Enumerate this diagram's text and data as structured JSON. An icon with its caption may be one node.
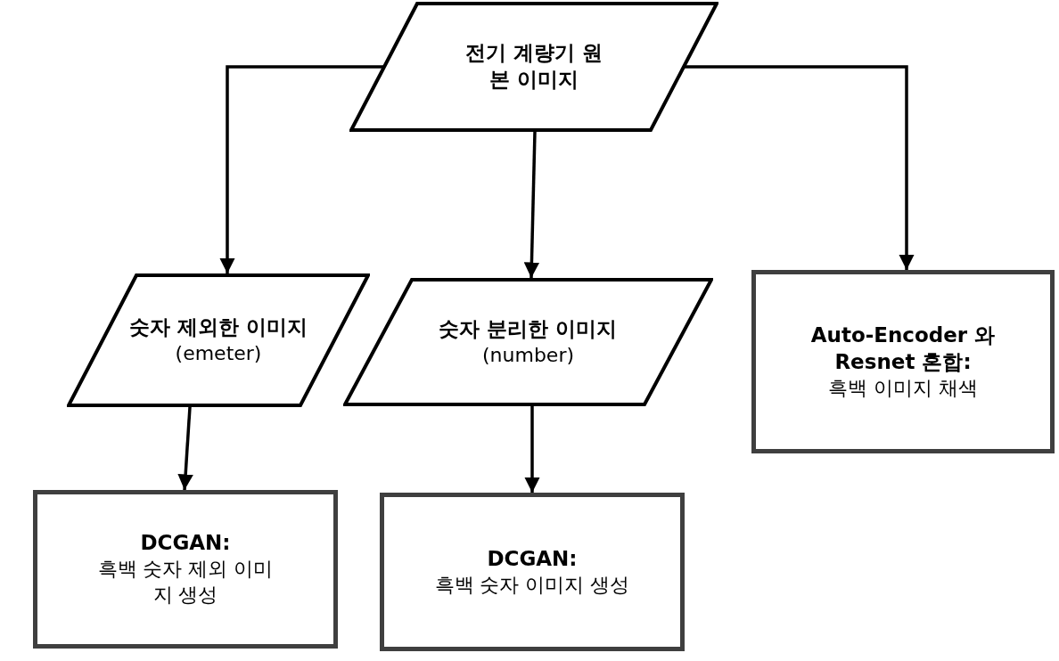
{
  "diagram": {
    "nodes": [
      {
        "text": [
          "전기 계량기 원본 이미지"
        ]
      },
      {
        "text": [
          "숫자 제외한 이미지",
          "(emeter)"
        ]
      },
      {
        "text": [
          "숫자 분리한 이미지",
          "(number)"
        ]
      },
      {
        "text": [
          "Auto-Encoder 와 Resnet 혼합:",
          "흑백 이미지 채색"
        ]
      },
      {
        "text": [
          "DCGAN:",
          "흑백 숫자 제외 이미지 생성"
        ]
      },
      {
        "text": [
          "DCGAN:",
          "흑백 숫자 이미지 생성"
        ]
      }
    ],
    "edges": [
      {
        "from": 0,
        "to": 1,
        "arrow": "to"
      },
      {
        "from": 0,
        "to": 2,
        "arrow": "to"
      },
      {
        "from": 0,
        "to": 3,
        "arrow": "to"
      },
      {
        "from": 1,
        "to": 4,
        "arrow": "to"
      },
      {
        "from": 2,
        "to": 5,
        "arrow": "to"
      }
    ]
  }
}
